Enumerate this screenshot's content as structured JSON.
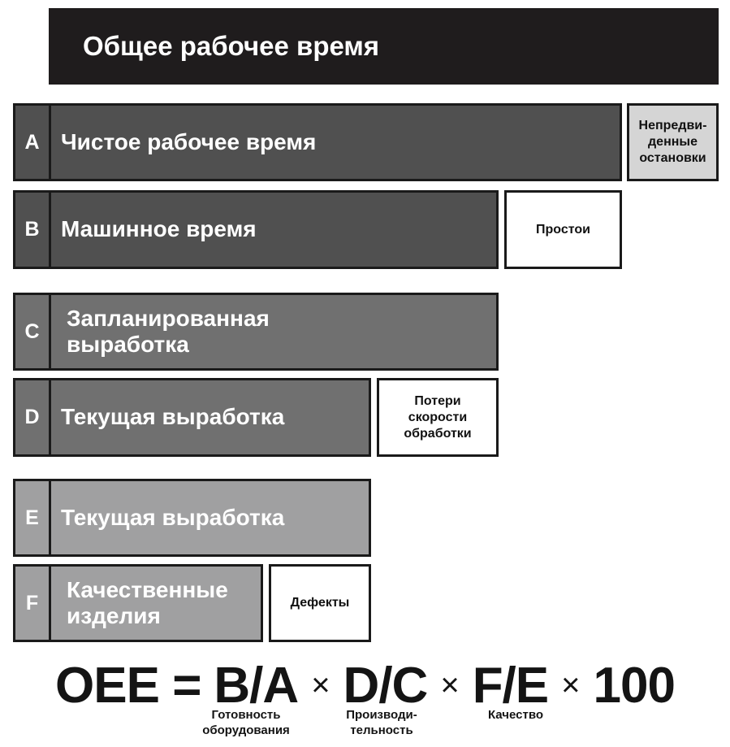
{
  "title": "Общее рабочее время",
  "colors": {
    "header": "#1f1c1d",
    "bar_dark": "#505050",
    "bar_mid": "#707070",
    "bar_light": "#a0a0a1",
    "loss_light": "#d5d5d5",
    "loss_white": "#ffffff"
  },
  "bars": [
    {
      "letter": "A",
      "label": "Чистое рабочее время"
    },
    {
      "letter": "B",
      "label": "Машинное время"
    },
    {
      "letter": "C",
      "label_line1": "Запланированная",
      "label_line2": "выработка"
    },
    {
      "letter": "D",
      "label": "Текущая выработка"
    },
    {
      "letter": "E",
      "label": "Текущая выработка"
    },
    {
      "letter": "F",
      "label_line1": "Качественные",
      "label_line2": "изделия"
    }
  ],
  "losses": {
    "unplanned_stops": [
      "Непредви-",
      "денные",
      "остановки"
    ],
    "downtime": "Простои",
    "speed_losses": [
      "Потери",
      "скорости",
      "обработки"
    ],
    "defects": "Дефекты"
  },
  "formula": {
    "lhs": "OEE =",
    "term1": "B/A",
    "term2": "D/C",
    "term3": "F/E",
    "times": "×",
    "constant": "100"
  },
  "captions": {
    "availability": [
      "Готовность",
      "оборудования"
    ],
    "performance": [
      "Производи-",
      "тельность"
    ],
    "quality": "Качество"
  }
}
